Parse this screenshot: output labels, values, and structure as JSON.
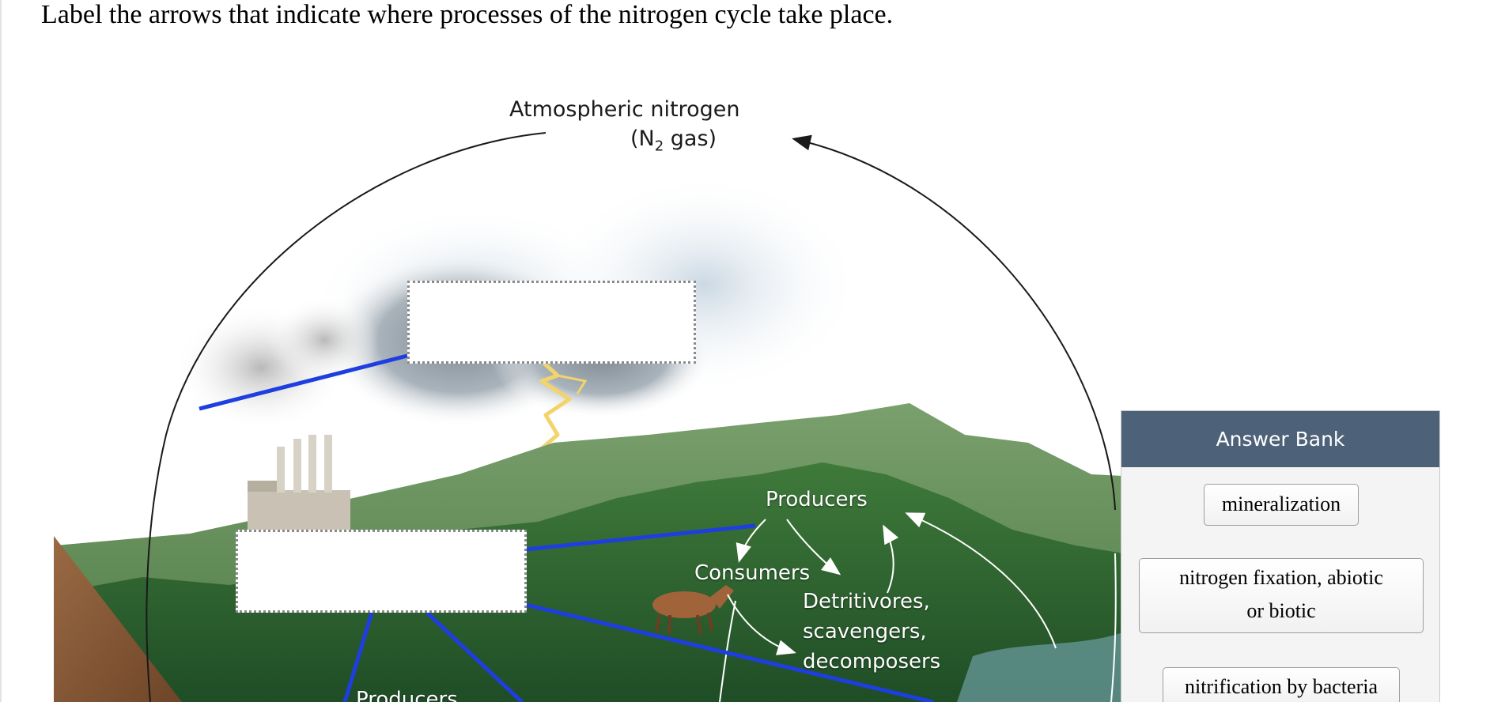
{
  "question": {
    "prompt": "Label the arrows that indicate where processes of the nitrogen cycle take place."
  },
  "diagram": {
    "atmosphere_label": {
      "line1": "Atmospheric nitrogen",
      "line2_prefix": "(N",
      "line2_subscript": "2",
      "line2_suffix": " gas)"
    },
    "labels": {
      "producers_upper": "Producers",
      "consumers": "Consumers",
      "detritivores_line1": "Detritivores,",
      "detritivores_line2": "scavengers,",
      "detritivores_line3": "decomposers",
      "producers_lower": "Producers"
    },
    "drop_targets": [
      {
        "id": "target-cloud",
        "value": ""
      },
      {
        "id": "target-land",
        "value": ""
      }
    ],
    "colors": {
      "leader_lines": "#1e3ee0",
      "cycle_arrows": "#1a1a1a",
      "terrain": "#5d8c55",
      "cloud": "#9aa4ad"
    }
  },
  "answer_bank": {
    "title": "Answer Bank",
    "chips": [
      {
        "label": "mineralization"
      },
      {
        "label_line1": "nitrogen fixation, abiotic",
        "label_line2": "or biotic"
      },
      {
        "label": "nitrification by bacteria"
      }
    ],
    "header_color": "#4d6178"
  }
}
